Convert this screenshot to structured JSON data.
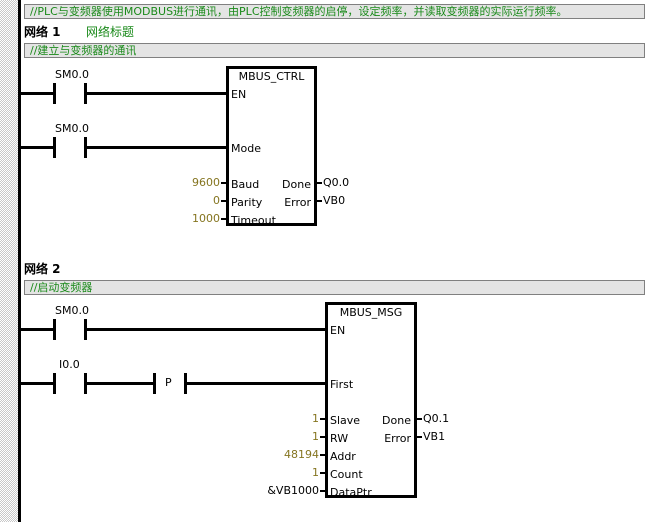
{
  "program_comment": "//PLC与变频器使用MODBUS进行通讯，由PLC控制变频器的启停，设定频率，并读取变频器的实际运行频率。",
  "colors": {
    "comment_text": "#1a8a1a",
    "comment_bg": "#e4e4e4",
    "constant_text": "#857520"
  },
  "networks": [
    {
      "label": "网络 1",
      "title": "网络标题",
      "comment": "//建立与变频器的通讯",
      "contacts": [
        {
          "address": "SM0.0",
          "type": "normally-open"
        },
        {
          "address": "SM0.0",
          "type": "normally-open"
        }
      ],
      "block": {
        "name": "MBUS_CTRL",
        "inputs": [
          {
            "pin": "EN",
            "value": ""
          },
          {
            "pin": "Mode",
            "value": ""
          },
          {
            "pin": "Baud",
            "value": "9600"
          },
          {
            "pin": "Parity",
            "value": "0"
          },
          {
            "pin": "Timeout",
            "value": "1000"
          }
        ],
        "outputs": [
          {
            "pin": "Done",
            "value": "Q0.0"
          },
          {
            "pin": "Error",
            "value": "VB0"
          }
        ]
      }
    },
    {
      "label": "网络 2",
      "title": "",
      "comment": "//启动变频器",
      "contacts": [
        {
          "address": "SM0.0",
          "type": "normally-open"
        },
        {
          "address": "I0.0",
          "type": "normally-open"
        }
      ],
      "edge": {
        "label": "P",
        "type": "positive-transition"
      },
      "block": {
        "name": "MBUS_MSG",
        "inputs": [
          {
            "pin": "EN",
            "value": ""
          },
          {
            "pin": "First",
            "value": ""
          },
          {
            "pin": "Slave",
            "value": "1"
          },
          {
            "pin": "RW",
            "value": "1"
          },
          {
            "pin": "Addr",
            "value": "48194"
          },
          {
            "pin": "Count",
            "value": "1"
          },
          {
            "pin": "DataPtr",
            "value": "&VB1000"
          }
        ],
        "outputs": [
          {
            "pin": "Done",
            "value": "Q0.1"
          },
          {
            "pin": "Error",
            "value": "VB1"
          }
        ]
      }
    }
  ]
}
